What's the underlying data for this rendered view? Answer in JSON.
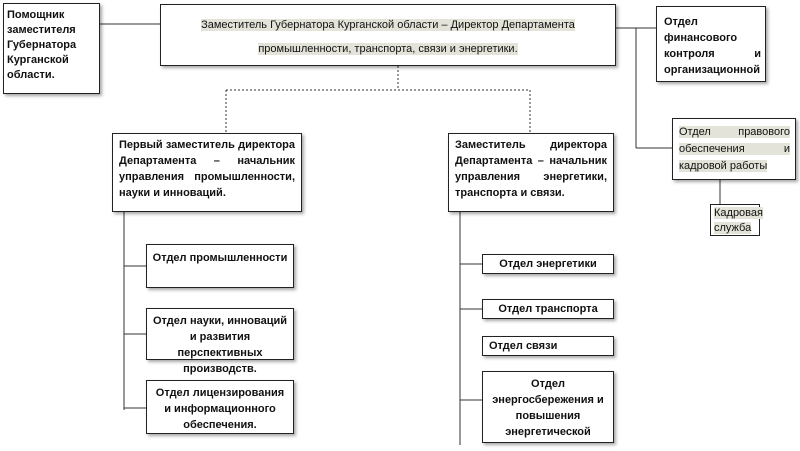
{
  "nodes": {
    "assistant": "Помощник заместителя Губернатора Курганской области.",
    "head_line1": "Заместитель Губернатора Курганской области – Директор Департамента",
    "head_line2": "промышленности, транспорта, связи и энергетики.",
    "finance": "Отдел финансового контроля и организационной",
    "legal": "Отдел правового обеспечения и кадровой работы",
    "hr": "Кадровая служба",
    "first_deputy": "Первый заместитель директора Департамента – начальник управления промышленности, науки и инноваций.",
    "deputy": "Заместитель директора Департамента – начальник управления энергетики, транспорта и связи.",
    "industry": "Отдел промышленности",
    "science": "Отдел науки, инноваций и развития перспективных производств.",
    "licensing": "Отдел лицензирования и информационного обеспечения.",
    "energy": "Отдел энергетики",
    "transport": "Отдел транспорта",
    "comm": "Отдел связи",
    "saving": "Отдел энергосбережения и повышения энергетической"
  }
}
